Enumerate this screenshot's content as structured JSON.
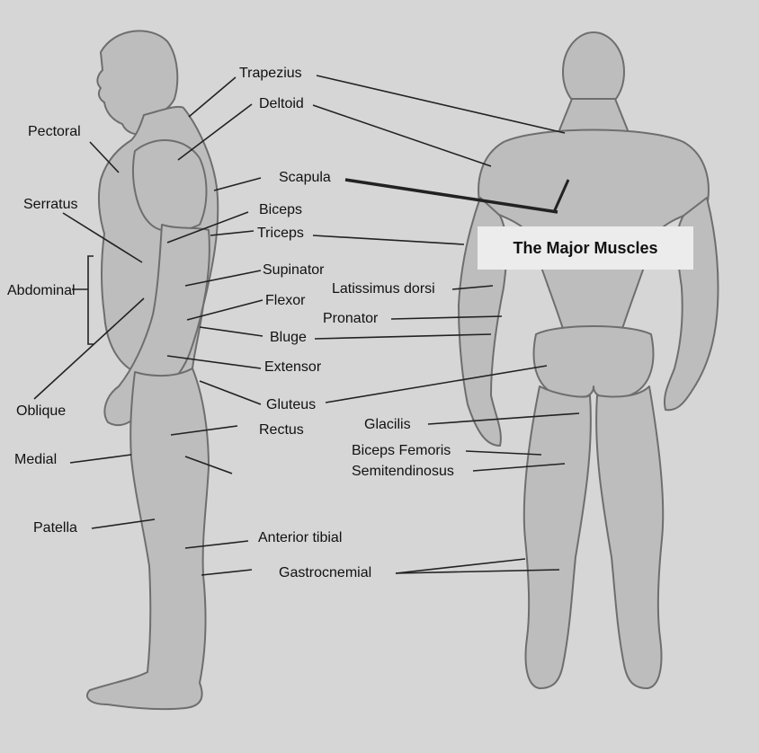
{
  "title": "The Major Muscles",
  "labels": {
    "trapezius": "Trapezius",
    "deltoid": "Deltoid",
    "pectoral": "Pectoral",
    "scapula": "Scapula",
    "serratus": "Serratus",
    "biceps": "Biceps",
    "triceps": "Triceps",
    "supinator": "Supinator",
    "abdominal": "Abdominal",
    "latissimus": "Latissimus dorsi",
    "flexor": "Flexor",
    "pronator": "Pronator",
    "bluge": "Bluge",
    "extensor": "Extensor",
    "gluteus": "Gluteus",
    "oblique": "Oblique",
    "glacilis": "Glacilis",
    "rectus": "Rectus",
    "medial": "Medial",
    "biceps_femoris": "Biceps Femoris",
    "semitendinosus": "Semitendinosus",
    "anterior_tibial": "Anterior tibial",
    "patella": "Patella",
    "gastrocnemial": "Gastrocnemial"
  },
  "colors": {
    "background": "#d6d6d6",
    "figure_fill": "#bdbdbd",
    "figure_stroke": "#6e6e6e",
    "leader_line": "#222222",
    "title_box": "#ececec"
  }
}
